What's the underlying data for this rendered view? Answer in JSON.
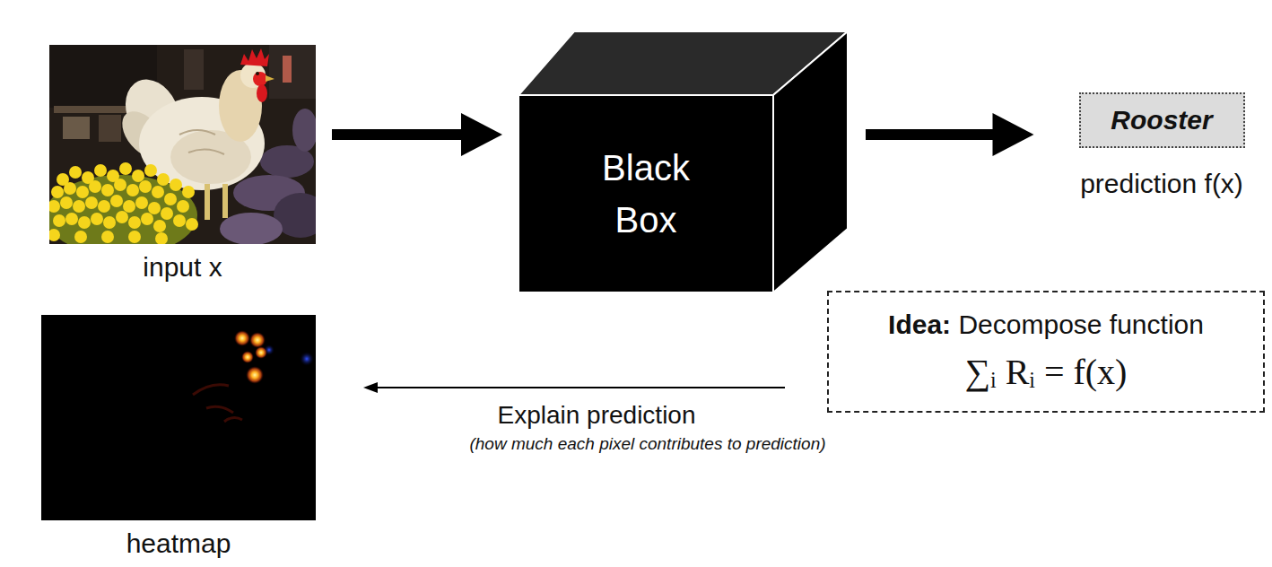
{
  "diagram": {
    "nodes": [
      {
        "text": [
          "input x"
        ]
      },
      {
        "text": [
          "Black Box"
        ]
      },
      {
        "text": [
          "Rooster",
          "prediction f(x)"
        ]
      },
      {
        "text": [
          "heatmap"
        ]
      },
      {
        "text": [
          "Idea:",
          "Decompose function",
          "∑ᵢ Rᵢ = f(x)"
        ]
      }
    ],
    "edges": [
      {
        "from": 0,
        "to": 1,
        "arrow": "to"
      },
      {
        "from": 1,
        "to": 2,
        "arrow": "to"
      },
      {
        "from": 4,
        "to": 3,
        "arrow": "to",
        "label": "Explain prediction"
      }
    ],
    "labels": [
      "(how much each pixel contributes to prediction)"
    ]
  }
}
